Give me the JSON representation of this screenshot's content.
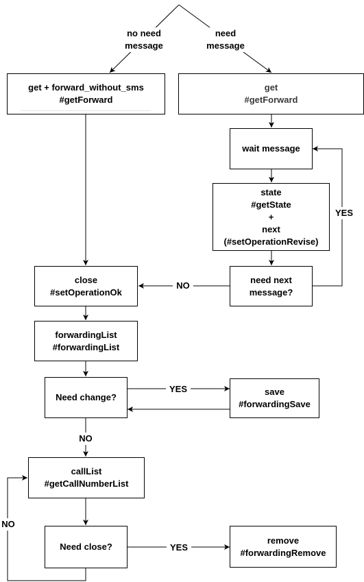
{
  "nodes": {
    "get_forward_without_sms": {
      "line1": "get + forward_without_sms",
      "line2": "#getForward"
    },
    "get": {
      "line1": "get",
      "line2": "#getForward"
    },
    "wait_message": {
      "line1": "wait message"
    },
    "state_next": {
      "line1": "state",
      "line2": "#getState",
      "line3": "+",
      "line4": "next",
      "line5": "(#setOperationRevise)"
    },
    "need_next_message": {
      "line1": "need next",
      "line2": "message?"
    },
    "close": {
      "line1": "close",
      "line2": "#setOperationOk"
    },
    "forwarding_list": {
      "line1": "forwardingList",
      "line2": "#forwardingList"
    },
    "need_change": {
      "line1": "Need change?"
    },
    "save": {
      "line1": "save",
      "line2": "#forwardingSave"
    },
    "call_list": {
      "line1": "callList",
      "line2": "#getCallNumberList"
    },
    "need_close": {
      "line1": "Need close?"
    },
    "remove": {
      "line1": "remove",
      "line2": "#forwardingRemove"
    }
  },
  "edge_labels": {
    "no_need_message": {
      "line1": "no need",
      "line2": "message"
    },
    "need_message": {
      "line1": "need",
      "line2": "message"
    },
    "yes_loop": "YES",
    "no_to_close": "NO",
    "yes_change": "YES",
    "no_change": "NO",
    "no_close": "NO",
    "yes_close": "YES"
  }
}
